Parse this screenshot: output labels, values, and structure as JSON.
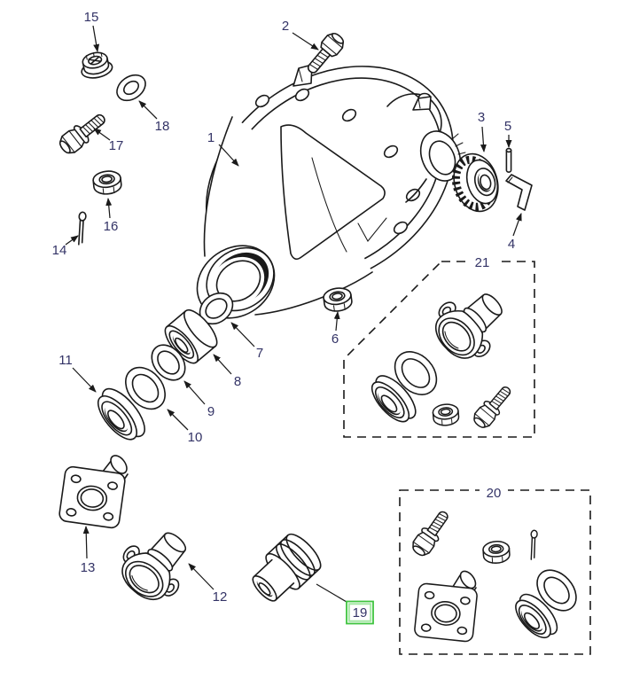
{
  "diagram": {
    "kind": "exploded-parts-diagram",
    "subject": "differential / final drive assembly exploded view",
    "colors": {
      "line": "#1a1a1a",
      "label": "#333366",
      "highlight_border": "#3fc43f",
      "highlight_inner": "#a4e7a4",
      "highlight_fill": "#ffffff"
    },
    "highlighted_part": "19",
    "kit_boxes": [
      "20",
      "21"
    ]
  },
  "labels": {
    "p1": "1",
    "p2": "2",
    "p3": "3",
    "p4": "4",
    "p5": "5",
    "p6": "6",
    "p7": "7",
    "p8": "8",
    "p9": "9",
    "p10": "10",
    "p11": "11",
    "p12": "12",
    "p13": "13",
    "p14": "14",
    "p15": "15",
    "p16": "16",
    "p17": "17",
    "p18": "18",
    "p19": "19",
    "p20": "20",
    "p21": "21"
  }
}
